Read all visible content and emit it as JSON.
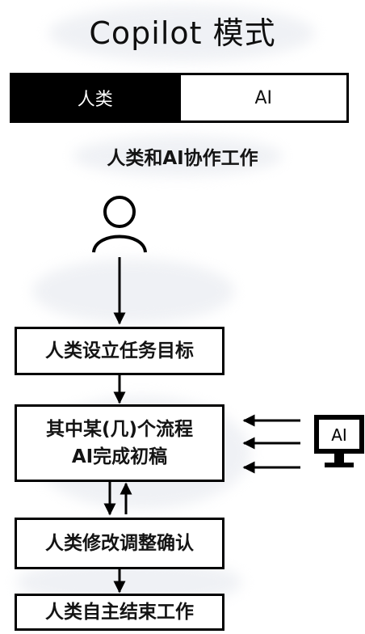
{
  "header": {
    "title": "Copilot 模式"
  },
  "mode_toggle": {
    "options": [
      "人类",
      "AI"
    ],
    "selected": "人类"
  },
  "subtitle": "人类和AI协作工作",
  "workflow": {
    "steps": [
      {
        "lines": [
          "人类设立任务目标"
        ]
      },
      {
        "lines": [
          "其中某(几)个流程",
          "AI完成初稿"
        ]
      },
      {
        "lines": [
          "人类修改调整确认"
        ]
      },
      {
        "lines": [
          "人类自主结束工作"
        ]
      }
    ],
    "ai_device_label": "AI"
  }
}
